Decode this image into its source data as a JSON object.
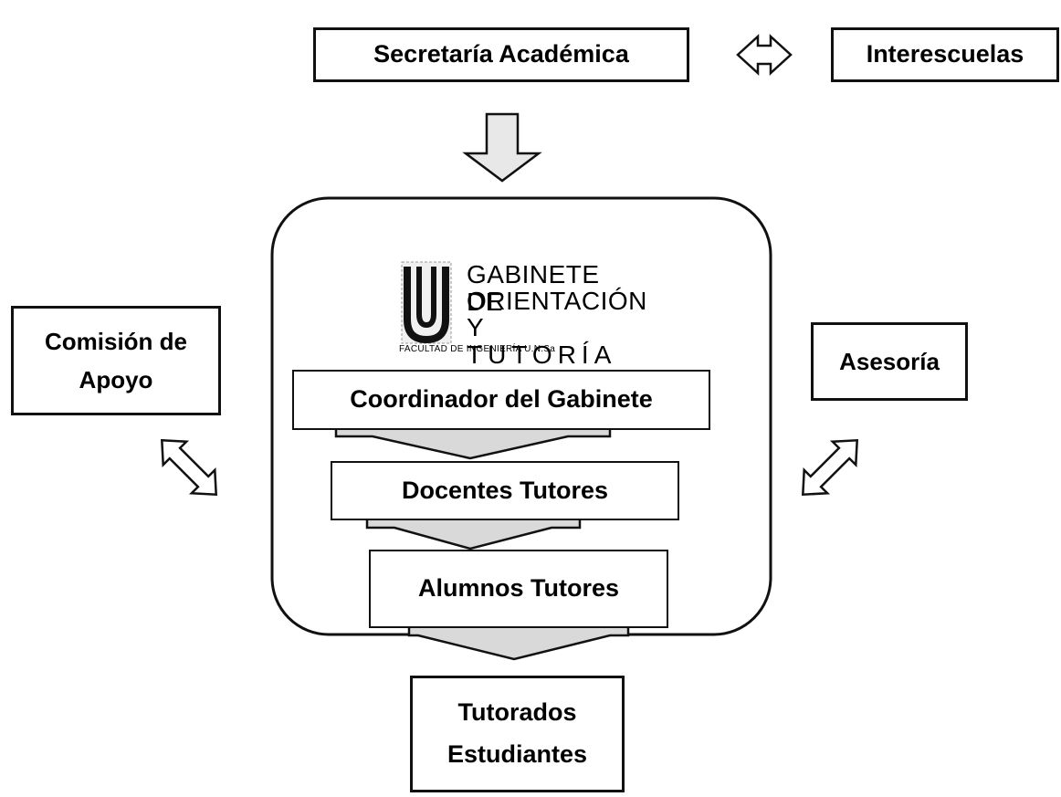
{
  "nodes": {
    "secretaria": "Secretaría Académica",
    "interescuelas": "Interescuelas",
    "comision_line1": "Comisión de",
    "comision_line2": "Apoyo",
    "asesoria": "Asesoría",
    "coordinador": "Coordinador del Gabinete",
    "docentes": "Docentes Tutores",
    "alumnos": "Alumnos Tutores",
    "tutorados_line1": "Tutorados",
    "tutorados_line2": "Estudiantes"
  },
  "logo": {
    "line1": "GABINETE DE",
    "line2": "ORIENTACIÓN",
    "line3": "Y TUTORÍA",
    "subtitle": "FACULTAD DE INGENIERÍA U.N.Sa"
  },
  "colors": {
    "arrow_fill": "#e8e8e8",
    "border": "#111111"
  }
}
